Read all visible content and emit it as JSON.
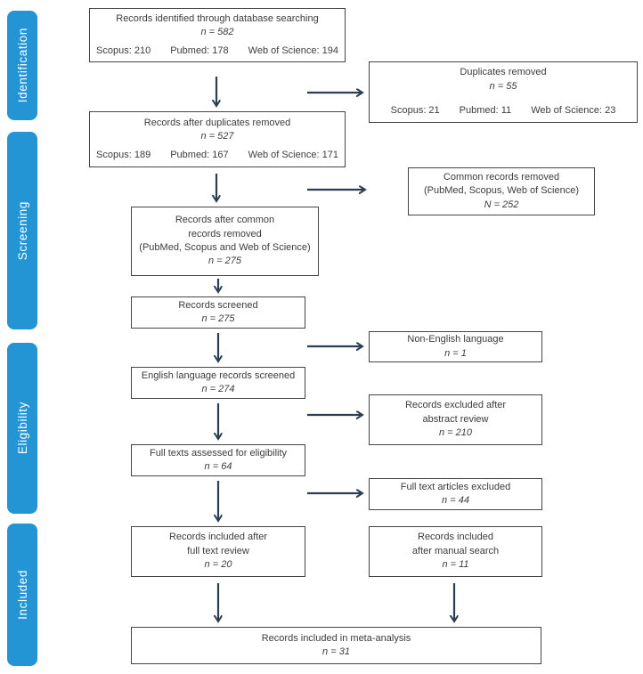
{
  "diagram": {
    "type": "prisma-flow",
    "arrow_color": "#2d3e50",
    "stage_color": "#2495d4"
  },
  "sidebar": {
    "stages": [
      {
        "label": "Identification"
      },
      {
        "label": "Screening"
      },
      {
        "label": "Eligibility"
      },
      {
        "label": "Included"
      }
    ]
  },
  "boxes": {
    "identified": {
      "title": "Records identified through database searching",
      "n": "n = 582",
      "sources": [
        "Scopus: 210",
        "Pubmed: 178",
        "Web of Science: 194"
      ]
    },
    "duplicates_removed": {
      "title": "Duplicates removed",
      "n": "n = 55",
      "sources": [
        "Scopus: 21",
        "Pubmed: 11",
        "Web of Science: 23"
      ]
    },
    "after_duplicates": {
      "title": "Records after duplicates removed",
      "n": "n = 527",
      "sources": [
        "Scopus: 189",
        "Pubmed: 167",
        "Web of Science: 171"
      ]
    },
    "common_removed": {
      "lines": [
        "Common records removed",
        "(PubMed, Scopus, Web of Science)"
      ],
      "n": "N = 252"
    },
    "after_common": {
      "lines": [
        "Records after common",
        "records removed",
        "(PubMed, Scopus and Web of Science)"
      ],
      "n": "n = 275"
    },
    "screened": {
      "lines": [
        "Records screened"
      ],
      "n": "n = 275"
    },
    "non_english": {
      "lines": [
        "Non-English language"
      ],
      "n": "n = 1"
    },
    "english_screened": {
      "lines": [
        "English language records screened"
      ],
      "n": "n = 274"
    },
    "excluded_abstract": {
      "lines": [
        "Records excluded after",
        "abstract review"
      ],
      "n": "n = 210"
    },
    "fulltext_assessed": {
      "lines": [
        "Full texts assessed for eligibility"
      ],
      "n": "n = 64"
    },
    "fulltext_excluded": {
      "lines": [
        "Full text articles excluded"
      ],
      "n": "n = 44"
    },
    "included_fulltext": {
      "lines": [
        "Records included after",
        "full text review"
      ],
      "n": "n = 20"
    },
    "included_manual": {
      "lines": [
        "Records included",
        "after manual search"
      ],
      "n": "n = 11"
    },
    "meta_analysis": {
      "lines": [
        "Records included in meta-analysis"
      ],
      "n": "n = 31"
    }
  }
}
